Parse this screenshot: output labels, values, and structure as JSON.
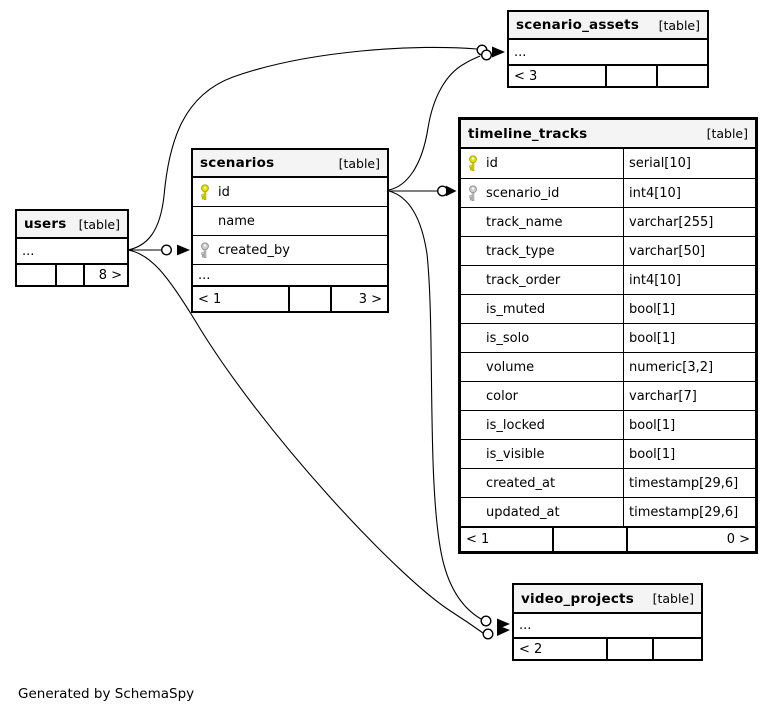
{
  "note": "Generated by SchemaSpy",
  "colors": {
    "header_bg": "#f4f4f4",
    "border": "#000000",
    "primary_key": "#e4e400",
    "foreign_key": "#d0d0d0"
  },
  "tables": {
    "users": {
      "name": "users",
      "tag": "[table]",
      "more": "...",
      "pager": {
        "left": "",
        "mid": "",
        "right": "8 >"
      }
    },
    "scenarios": {
      "name": "scenarios",
      "tag": "[table]",
      "columns": [
        {
          "name": "id",
          "key": "primary"
        },
        {
          "name": "name",
          "key": "none"
        },
        {
          "name": "created_by",
          "key": "foreign"
        }
      ],
      "more": "...",
      "pager": {
        "left": "< 1",
        "mid": "",
        "right": "3 >"
      }
    },
    "timeline_tracks": {
      "name": "timeline_tracks",
      "tag": "[table]",
      "columns": [
        {
          "name": "id",
          "type": "serial[10]",
          "key": "primary"
        },
        {
          "name": "scenario_id",
          "type": "int4[10]",
          "key": "foreign"
        },
        {
          "name": "track_name",
          "type": "varchar[255]",
          "key": "none"
        },
        {
          "name": "track_type",
          "type": "varchar[50]",
          "key": "none"
        },
        {
          "name": "track_order",
          "type": "int4[10]",
          "key": "none"
        },
        {
          "name": "is_muted",
          "type": "bool[1]",
          "key": "none"
        },
        {
          "name": "is_solo",
          "type": "bool[1]",
          "key": "none"
        },
        {
          "name": "volume",
          "type": "numeric[3,2]",
          "key": "none"
        },
        {
          "name": "color",
          "type": "varchar[7]",
          "key": "none"
        },
        {
          "name": "is_locked",
          "type": "bool[1]",
          "key": "none"
        },
        {
          "name": "is_visible",
          "type": "bool[1]",
          "key": "none"
        },
        {
          "name": "created_at",
          "type": "timestamp[29,6]",
          "key": "none"
        },
        {
          "name": "updated_at",
          "type": "timestamp[29,6]",
          "key": "none"
        }
      ],
      "pager": {
        "left": "< 1",
        "mid": "",
        "right": "0 >"
      }
    },
    "scenario_assets": {
      "name": "scenario_assets",
      "tag": "[table]",
      "more": "...",
      "pager": {
        "left": "< 3",
        "mid": "",
        "right": ""
      }
    },
    "video_projects": {
      "name": "video_projects",
      "tag": "[table]",
      "more": "...",
      "pager": {
        "left": "< 2",
        "mid": "",
        "right": ""
      }
    }
  },
  "relationships": [
    {
      "from": "users",
      "to": "scenarios.created_by"
    },
    {
      "from": "users",
      "to": "scenario_assets"
    },
    {
      "from": "users",
      "to": "video_projects"
    },
    {
      "from": "scenarios.id",
      "to": "timeline_tracks.scenario_id"
    },
    {
      "from": "scenarios.id",
      "to": "scenario_assets"
    },
    {
      "from": "scenarios.id",
      "to": "video_projects"
    }
  ]
}
